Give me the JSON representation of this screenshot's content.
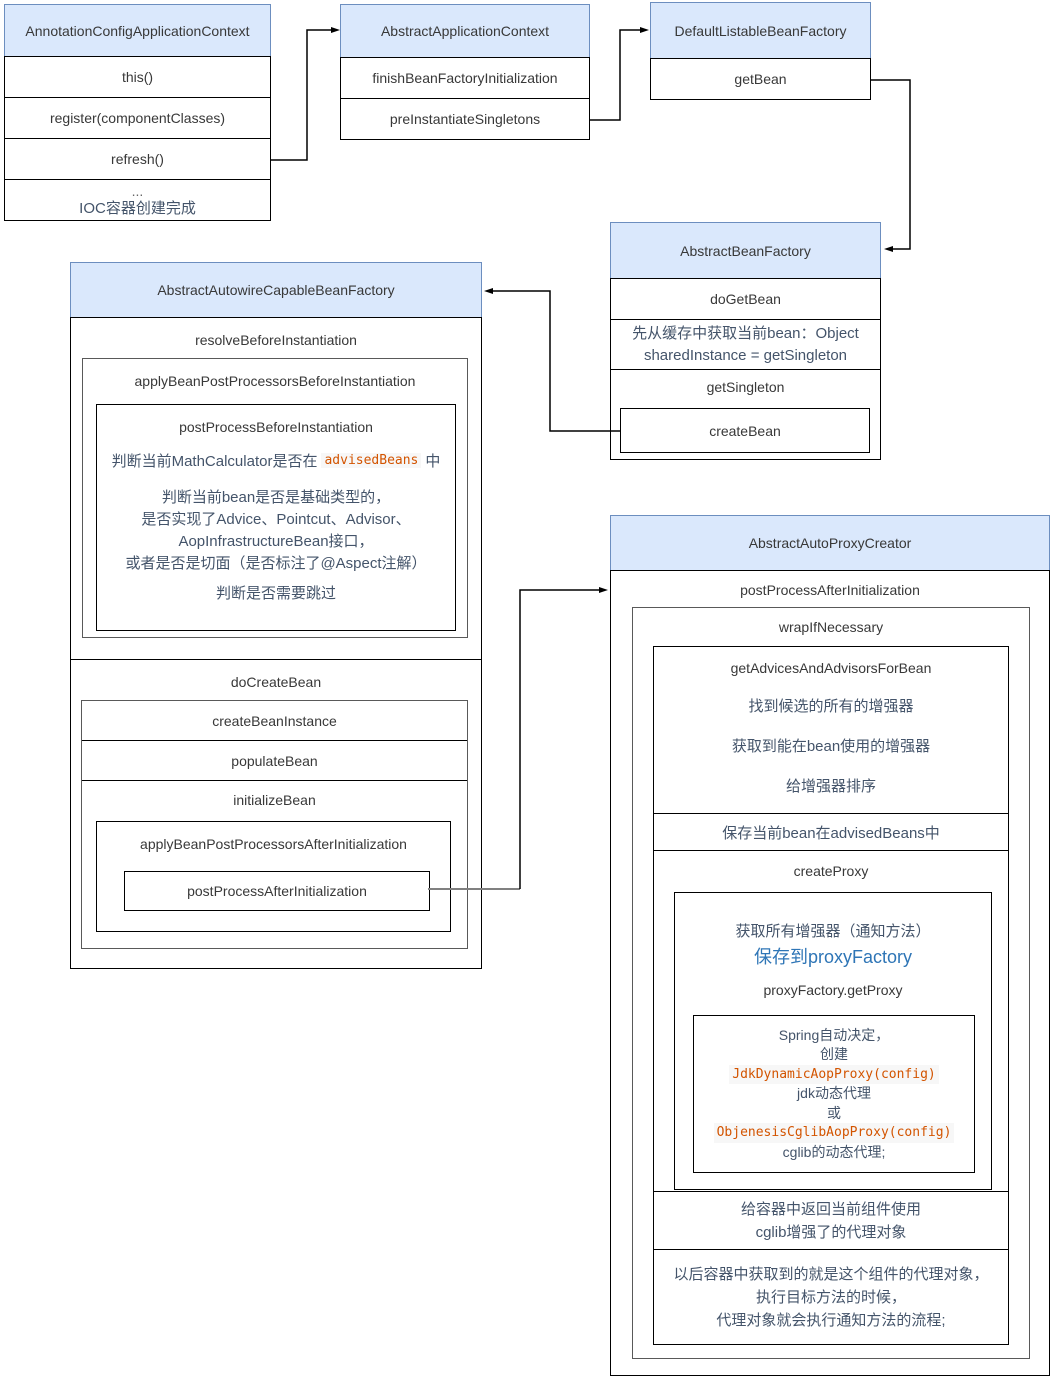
{
  "colors": {
    "header_bg": "#dae8fc",
    "header_border": "#6c8ebf",
    "box_border": "#000000",
    "method_text": "#383838",
    "chinese_text": "#44546a",
    "code_text": "#d35400",
    "code_bg": "#f7f7f7",
    "highlight_blue": "#2e75b6",
    "connector": "#000000"
  },
  "annotation_config": {
    "title": "AnnotationConfigApplicationContext",
    "row_this": "this()",
    "row_register": "register(componentClasses)",
    "row_refresh": "refresh()",
    "row_more": "...",
    "row_ioc": "IOC容器创建完成"
  },
  "abstract_application_context": {
    "title": "AbstractApplicationContext",
    "row_finish": "finishBeanFactoryInitialization",
    "row_pre_instantiate": "preInstantiateSingletons"
  },
  "default_listable_bean_factory": {
    "title": "DefaultListableBeanFactory",
    "row_get_bean": "getBean"
  },
  "abstract_bean_factory": {
    "title": "AbstractBeanFactory",
    "row_do_get_bean": "doGetBean",
    "cache_line1": "先从缓存中获取当前bean：Object",
    "cache_line2": "sharedInstance = getSingleton",
    "get_singleton": "getSingleton",
    "create_bean": "createBean"
  },
  "autowire_factory": {
    "title": "AbstractAutowireCapableBeanFactory",
    "resolve_before_instantiation": "resolveBeforeInstantiation",
    "apply_before": "applyBeanPostProcessorsBeforeInstantiation",
    "post_process_before": "postProcessBeforeInstantiation",
    "judge_advised": {
      "pre": "判断当前MathCalculator是否在",
      "code": "advisedBeans",
      "post": "中"
    },
    "judge_type_lines": [
      "判断当前bean是否是基础类型的，",
      "是否实现了Advice、Pointcut、Advisor、",
      "AopInfrastructureBean接口，",
      "或者是否是切面（是否标注了@Aspect注解）"
    ],
    "judge_skip": "判断是否需要跳过",
    "do_create_bean": "doCreateBean",
    "create_bean_instance": "createBeanInstance",
    "populate_bean": "populateBean",
    "initialize_bean": "initializeBean",
    "apply_after": "applyBeanPostProcessorsAfterInitialization",
    "post_process_after": "postProcessAfterInitialization"
  },
  "auto_proxy_creator": {
    "title": "AbstractAutoProxyCreator",
    "post_process_after": "postProcessAfterInitialization",
    "wrap_if_necessary": "wrapIfNecessary",
    "get_advices": "getAdvicesAndAdvisorsForBean",
    "advice_lines": [
      "找到候选的所有的增强器",
      "获取到能在bean使用的增强器",
      "给增强器排序"
    ],
    "save_advised": "保存当前bean在advisedBeans中",
    "create_proxy": "createProxy",
    "proxy_line1": "获取所有增强器（通知方法）",
    "proxy_line2": "保存到proxyFactory",
    "proxy_get_proxy": "proxyFactory.getProxy",
    "spring_box": {
      "l1": "Spring自动决定，",
      "l2": "创建",
      "code1": "JdkDynamicAopProxy(config)",
      "l3": "jdk动态代理",
      "l4": "或",
      "code2": "ObjenesisCglibAopProxy(config)",
      "l5": "cglib的动态代理;"
    },
    "return_lines": [
      "给容器中返回当前组件使用",
      "cglib增强了的代理对象"
    ],
    "after_lines": [
      "以后容器中获取到的就是这个组件的代理对象，",
      "执行目标方法的时候，",
      "代理对象就会执行通知方法的流程;"
    ]
  }
}
